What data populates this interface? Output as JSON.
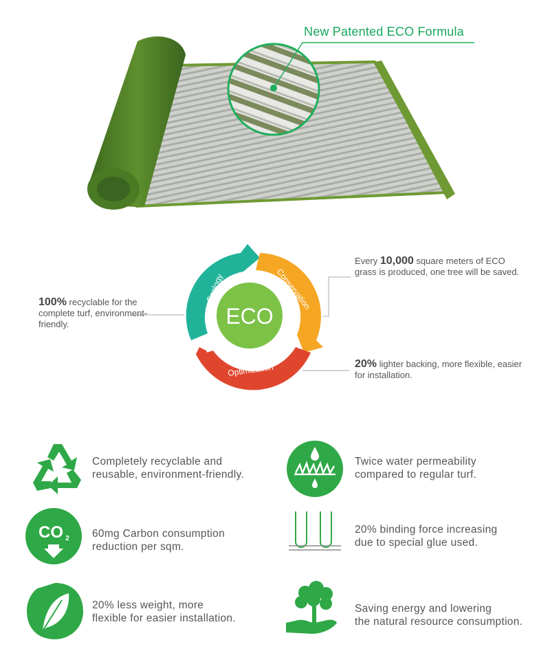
{
  "hero": {
    "callout_label": "New Patented ECO Formula"
  },
  "cycle": {
    "center_label": "ECO",
    "segments": [
      {
        "label": "Ecology",
        "color": "#20b39a"
      },
      {
        "label": "Conservation",
        "color": "#f5a623"
      },
      {
        "label": "Optimization",
        "color": "#e0462e"
      }
    ],
    "center_color": "#7cc246",
    "notes": {
      "left": {
        "highlight": "100%",
        "text": " recyclable for the complete turf, environment-friendly."
      },
      "right_top": {
        "prefix": "Every ",
        "highlight": "10,000",
        "text": " square meters of ECO grass is produced, one tree will be saved."
      },
      "right_bottom": {
        "highlight": "20%",
        "text": " lighter backing, more flexible, easier for installation."
      }
    }
  },
  "features": [
    {
      "icon": "recycle-icon",
      "line1": "Completely recyclable and",
      "line2": "reusable, environment-friendly."
    },
    {
      "icon": "water-permeability-icon",
      "line1": "Twice water permeability",
      "line2": "compared to regular turf."
    },
    {
      "icon": "co2-icon",
      "line1": "60mg Carbon consumption",
      "line2": "reduction per sqm."
    },
    {
      "icon": "binding-force-icon",
      "line1": "20% binding force increasing",
      "line2": "due to special glue used."
    },
    {
      "icon": "feather-icon",
      "line1": "20% less weight, more",
      "line2": "flexible for easier installation."
    },
    {
      "icon": "tree-in-hand-icon",
      "line1": "Saving energy and lowering",
      "line2": "the natural resource consumption."
    }
  ],
  "colors": {
    "brand_green": "#2fa847",
    "text_gray": "#555555"
  }
}
